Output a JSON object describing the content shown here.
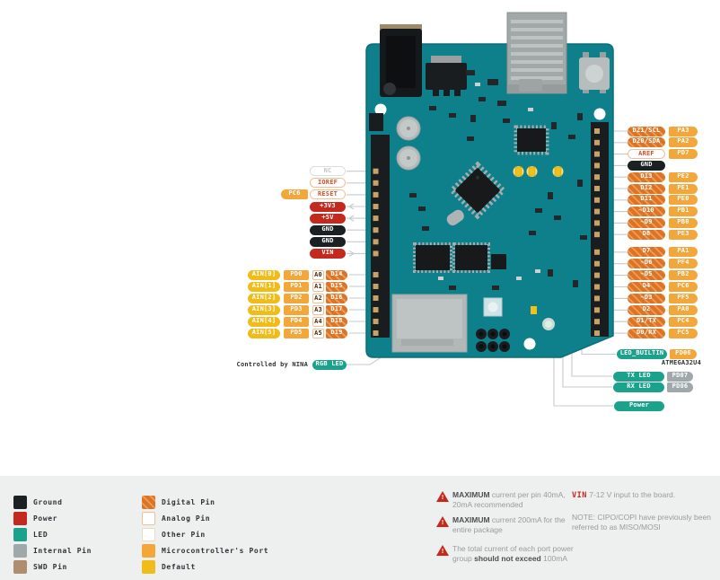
{
  "colors": {
    "board_teal": "#0D808B",
    "digital_orange": "#DD7327",
    "port_orange": "#F3A73B",
    "default_yellow": "#EFBC1A",
    "power_red": "#C5281C",
    "ground_black": "#1B2023",
    "led_teal": "#1AA28C",
    "internal_gray": "#9FA9AC",
    "swd_tan": "#B08D6E",
    "legend_bg": "#EDF0EF"
  },
  "pins": {
    "left_power": [
      {
        "label": "NC",
        "type": "nc"
      },
      {
        "label": "IOREF",
        "type": "other"
      },
      {
        "label": "RESET",
        "type": "other",
        "port": "PC6"
      },
      {
        "label": "+3V3",
        "type": "power",
        "arrow": "in"
      },
      {
        "label": "+5V",
        "type": "power",
        "arrow": "in"
      },
      {
        "label": "GND",
        "type": "ground"
      },
      {
        "label": "GND",
        "type": "ground"
      },
      {
        "label": "VIN",
        "type": "power",
        "arrow": "out"
      }
    ],
    "analog": [
      {
        "signal": "AIN[0]",
        "port": "PD0",
        "analog": "A0",
        "digital": "D14"
      },
      {
        "signal": "AIN[1]",
        "port": "PD1",
        "analog": "A1",
        "digital": "D15"
      },
      {
        "signal": "AIN[2]",
        "port": "PD2",
        "analog": "A2",
        "digital": "D16"
      },
      {
        "signal": "AIN[3]",
        "port": "PD3",
        "analog": "A3",
        "digital": "D17"
      },
      {
        "signal": "AIN[4]",
        "port": "PD4",
        "analog": "A4",
        "digital": "D18"
      },
      {
        "signal": "AIN[5]",
        "port": "PD5",
        "analog": "A5",
        "digital": "D19"
      }
    ],
    "right_top": [
      {
        "label": "D21/SCL",
        "type": "digital",
        "port": "PA3"
      },
      {
        "label": "D20/SDA",
        "type": "digital",
        "port": "PA2"
      },
      {
        "label": "AREF",
        "type": "other",
        "port": "PD7"
      },
      {
        "label": "GND",
        "type": "ground"
      },
      {
        "label": "D13",
        "type": "digital",
        "port": "PE2"
      },
      {
        "label": "D12",
        "type": "digital",
        "port": "PE1"
      },
      {
        "label": "D11",
        "type": "digital",
        "port": "PE0"
      },
      {
        "label": "~D10",
        "type": "digital",
        "port": "PB1"
      },
      {
        "label": "~D9",
        "type": "digital",
        "port": "PB0"
      },
      {
        "label": "D8",
        "type": "digital",
        "port": "PE3"
      }
    ],
    "right_bottom": [
      {
        "label": "D7",
        "type": "digital",
        "port": "PA1"
      },
      {
        "label": "~D6",
        "type": "digital",
        "port": "PF4"
      },
      {
        "label": "~D5",
        "type": "digital",
        "port": "PB2"
      },
      {
        "label": "D4",
        "type": "digital",
        "port": "PC6"
      },
      {
        "label": "~D3",
        "type": "digital",
        "port": "PF5"
      },
      {
        "label": "D2",
        "type": "digital",
        "port": "PA0"
      },
      {
        "label": "D1/TX",
        "type": "digital",
        "port": "PC4"
      },
      {
        "label": "D0/RX",
        "type": "digital",
        "port": "PC5"
      }
    ],
    "leds": {
      "builtin": {
        "label": "LED_BUILTIN",
        "port": "PD06"
      },
      "chip_label": "ATMEGA32U4",
      "tx": {
        "label": "TX LED",
        "port": "PD07"
      },
      "rx": {
        "label": "RX LED",
        "port": "PD06"
      },
      "power": {
        "label": "Power"
      }
    },
    "rgb": {
      "caption": "Controlled by NINA",
      "label": "RGB LED"
    }
  },
  "legend": {
    "column1": [
      {
        "label": "Ground",
        "type": "ground"
      },
      {
        "label": "Power",
        "type": "power"
      },
      {
        "label": "LED",
        "type": "led"
      },
      {
        "label": "Internal Pin",
        "type": "internal"
      },
      {
        "label": "SWD Pin",
        "type": "swd"
      }
    ],
    "column2": [
      {
        "label": "Digital Pin",
        "type": "digital"
      },
      {
        "label": "Analog Pin",
        "type": "analog"
      },
      {
        "label": "Other Pin",
        "type": "other"
      },
      {
        "label": "Microcontroller's Port",
        "type": "port"
      },
      {
        "label": "Default",
        "type": "default"
      }
    ]
  },
  "notes": {
    "warning_icon_glyph": "!",
    "warnings": [
      {
        "segments": [
          {
            "t": "MAXIMUM",
            "b": true
          },
          {
            "t": " current per pin 40mA, 20mA recommended",
            "b": false
          }
        ]
      },
      {
        "segments": [
          {
            "t": "MAXIMUM",
            "b": true
          },
          {
            "t": " current 200mA for the entire package",
            "b": false
          }
        ]
      },
      {
        "segments": [
          {
            "t": "The total current of each port power group ",
            "b": false
          },
          {
            "t": "should not exceed",
            "b": true
          },
          {
            "t": " 100mA",
            "b": false
          }
        ]
      }
    ],
    "vin_note": {
      "term": "VIN",
      "text": " 7-12 V input to the board."
    },
    "misc_note": "NOTE: CIPO/COPI have previously been referred to as MISO/MOSI"
  }
}
